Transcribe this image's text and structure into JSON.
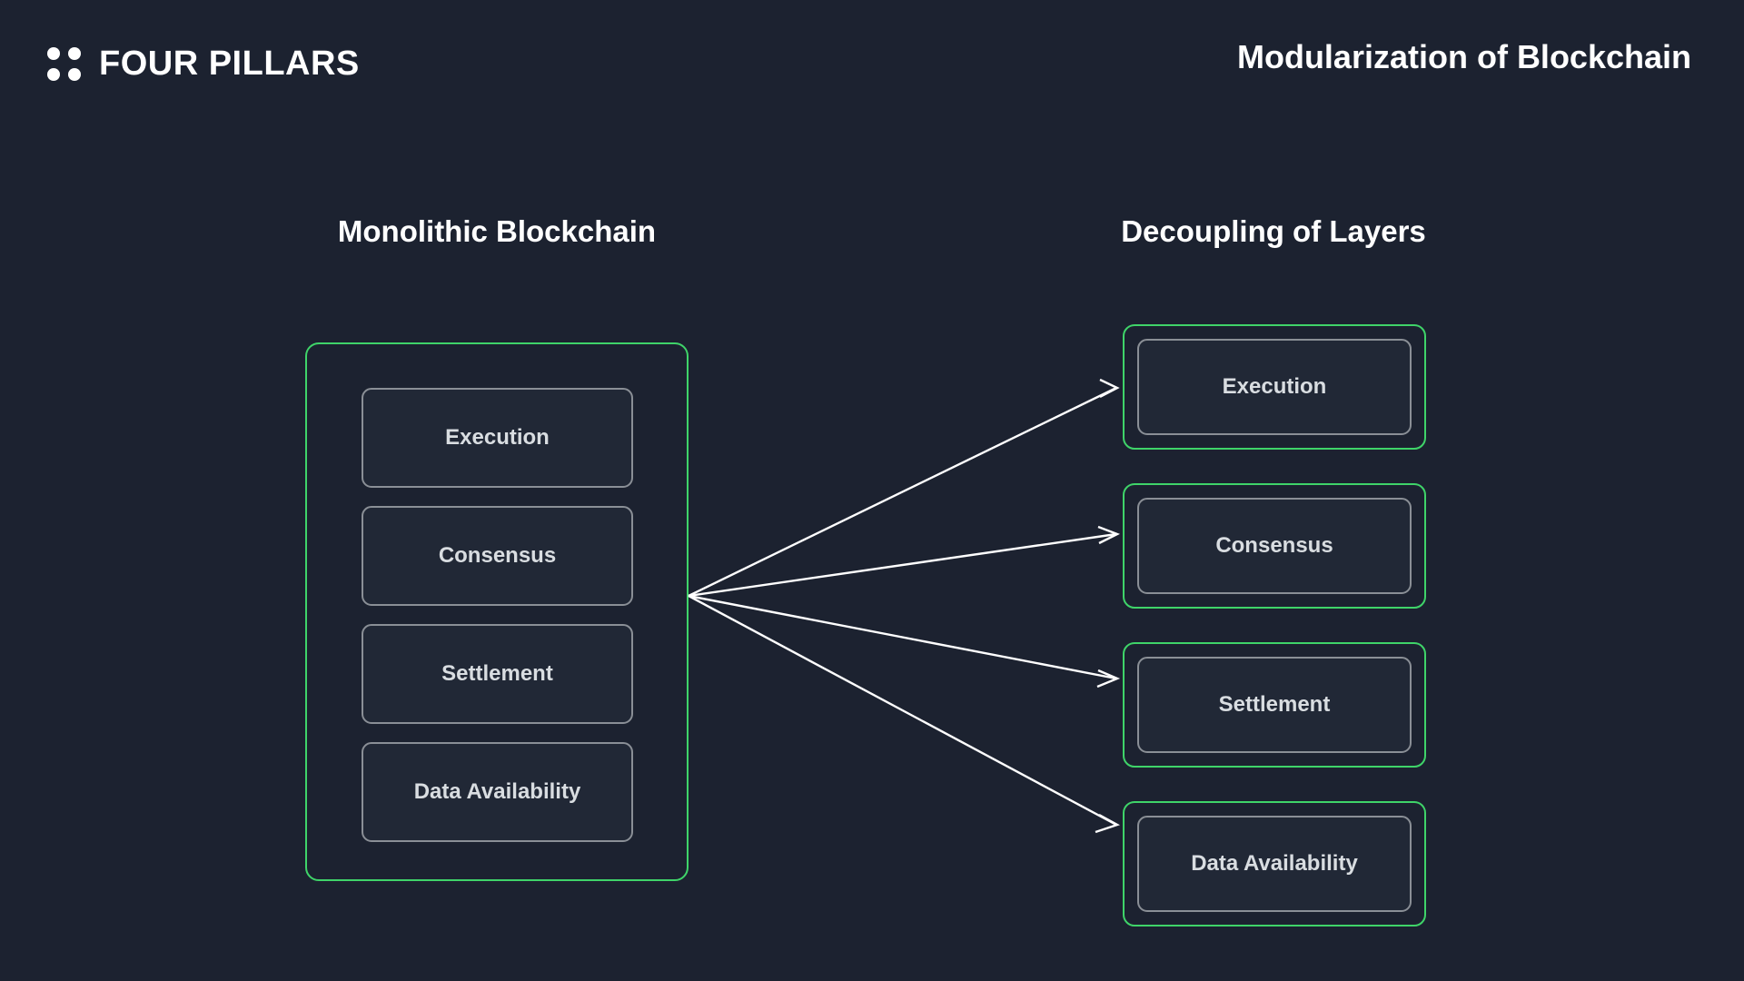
{
  "brand": {
    "name": "FOUR PILLARS",
    "mark": "four-dot-grid-icon",
    "dots": 4
  },
  "deck": {
    "title": "Modularization of Blockchain"
  },
  "columns": {
    "left": {
      "heading": "Monolithic Blockchain",
      "layers": [
        {
          "label": "Execution"
        },
        {
          "label": "Consensus"
        },
        {
          "label": "Settlement"
        },
        {
          "label": "Data Availability"
        }
      ]
    },
    "right": {
      "heading": "Decoupling of Layers",
      "layers": [
        {
          "label": "Execution"
        },
        {
          "label": "Consensus"
        },
        {
          "label": "Settlement"
        },
        {
          "label": "Data Availability"
        }
      ]
    }
  },
  "connectors": {
    "count": 4,
    "style": "arrow",
    "origin_shared": true,
    "description": "Four arrows fan out from the right edge of the monolithic container to each decoupled layer"
  },
  "colors": {
    "background": "#1c2230",
    "accent_green": "#3fd469",
    "box_border_gray": "#8a8f96",
    "box_fill": "#212836",
    "heading_text": "#ffffff",
    "label_text": "#d9dde1",
    "arrow": "#ffffff"
  }
}
